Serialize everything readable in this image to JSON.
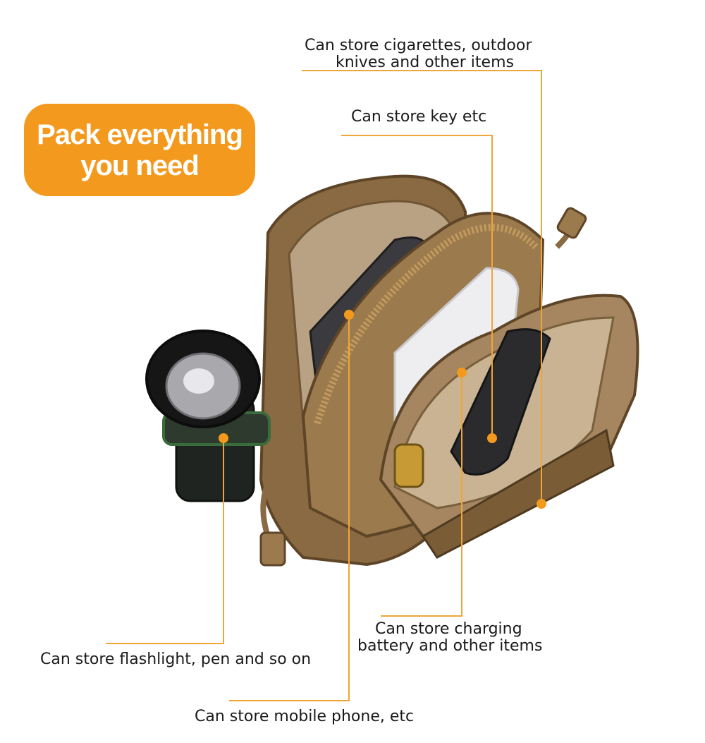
{
  "headline": {
    "line1": "Pack everything",
    "line2": "you need"
  },
  "callouts": {
    "cigarettes": {
      "line1": "Can store cigarettes, outdoor",
      "line2": "knives and other items"
    },
    "key": {
      "text": "Can store key etc"
    },
    "charging": {
      "line1": "Can store charging",
      "line2": "battery and other items"
    },
    "flashlight": {
      "text": "Can store flashlight, pen and so on"
    },
    "phone": {
      "text": "Can store mobile phone, etc"
    }
  },
  "colors": {
    "accent": "#f39a1e",
    "bag": "#8a6a42",
    "bag_dark": "#5e4527",
    "bag_light": "#b8996f",
    "leader_line": "#f0a53a"
  }
}
